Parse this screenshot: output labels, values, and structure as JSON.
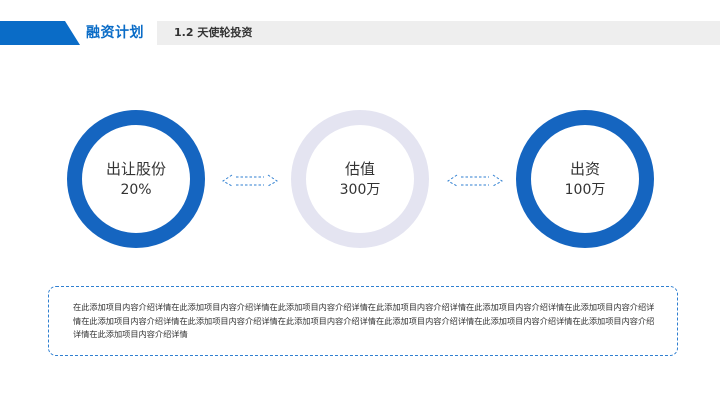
{
  "header": {
    "section_title": "融资计划",
    "subtitle": "1.2 天使轮投资"
  },
  "rings": [
    {
      "label": "出让股份",
      "value": "20%",
      "color": "#1565c0"
    },
    {
      "label": "估值",
      "value": "300万",
      "color": "#e4e4f1"
    },
    {
      "label": "出资",
      "value": "100万",
      "color": "#1565c0"
    }
  ],
  "connectors": [
    {
      "icon": "double-arrow-icon",
      "color": "#2f7fd1"
    },
    {
      "icon": "double-arrow-icon",
      "color": "#2f7fd1"
    }
  ],
  "description": {
    "text": "在此添加项目内容介绍详情在此添加项目内容介绍详情在此添加项目内容介绍详情在此添加项目内容介绍详情在此添加项目内容介绍详情在此添加项目内容介绍详情在此添加项目内容介绍详情在此添加项目内容介绍详情在此添加项目内容介绍详情在此添加项目内容介绍详情在此添加项目内容介绍详情在此添加项目内容介绍详情在此添加项目内容介绍详情"
  },
  "colors": {
    "accent": "#0a6cc7",
    "ring_blue": "#1565c0",
    "ring_light": "#e4e4f1",
    "header_bar": "#eeeeee"
  }
}
